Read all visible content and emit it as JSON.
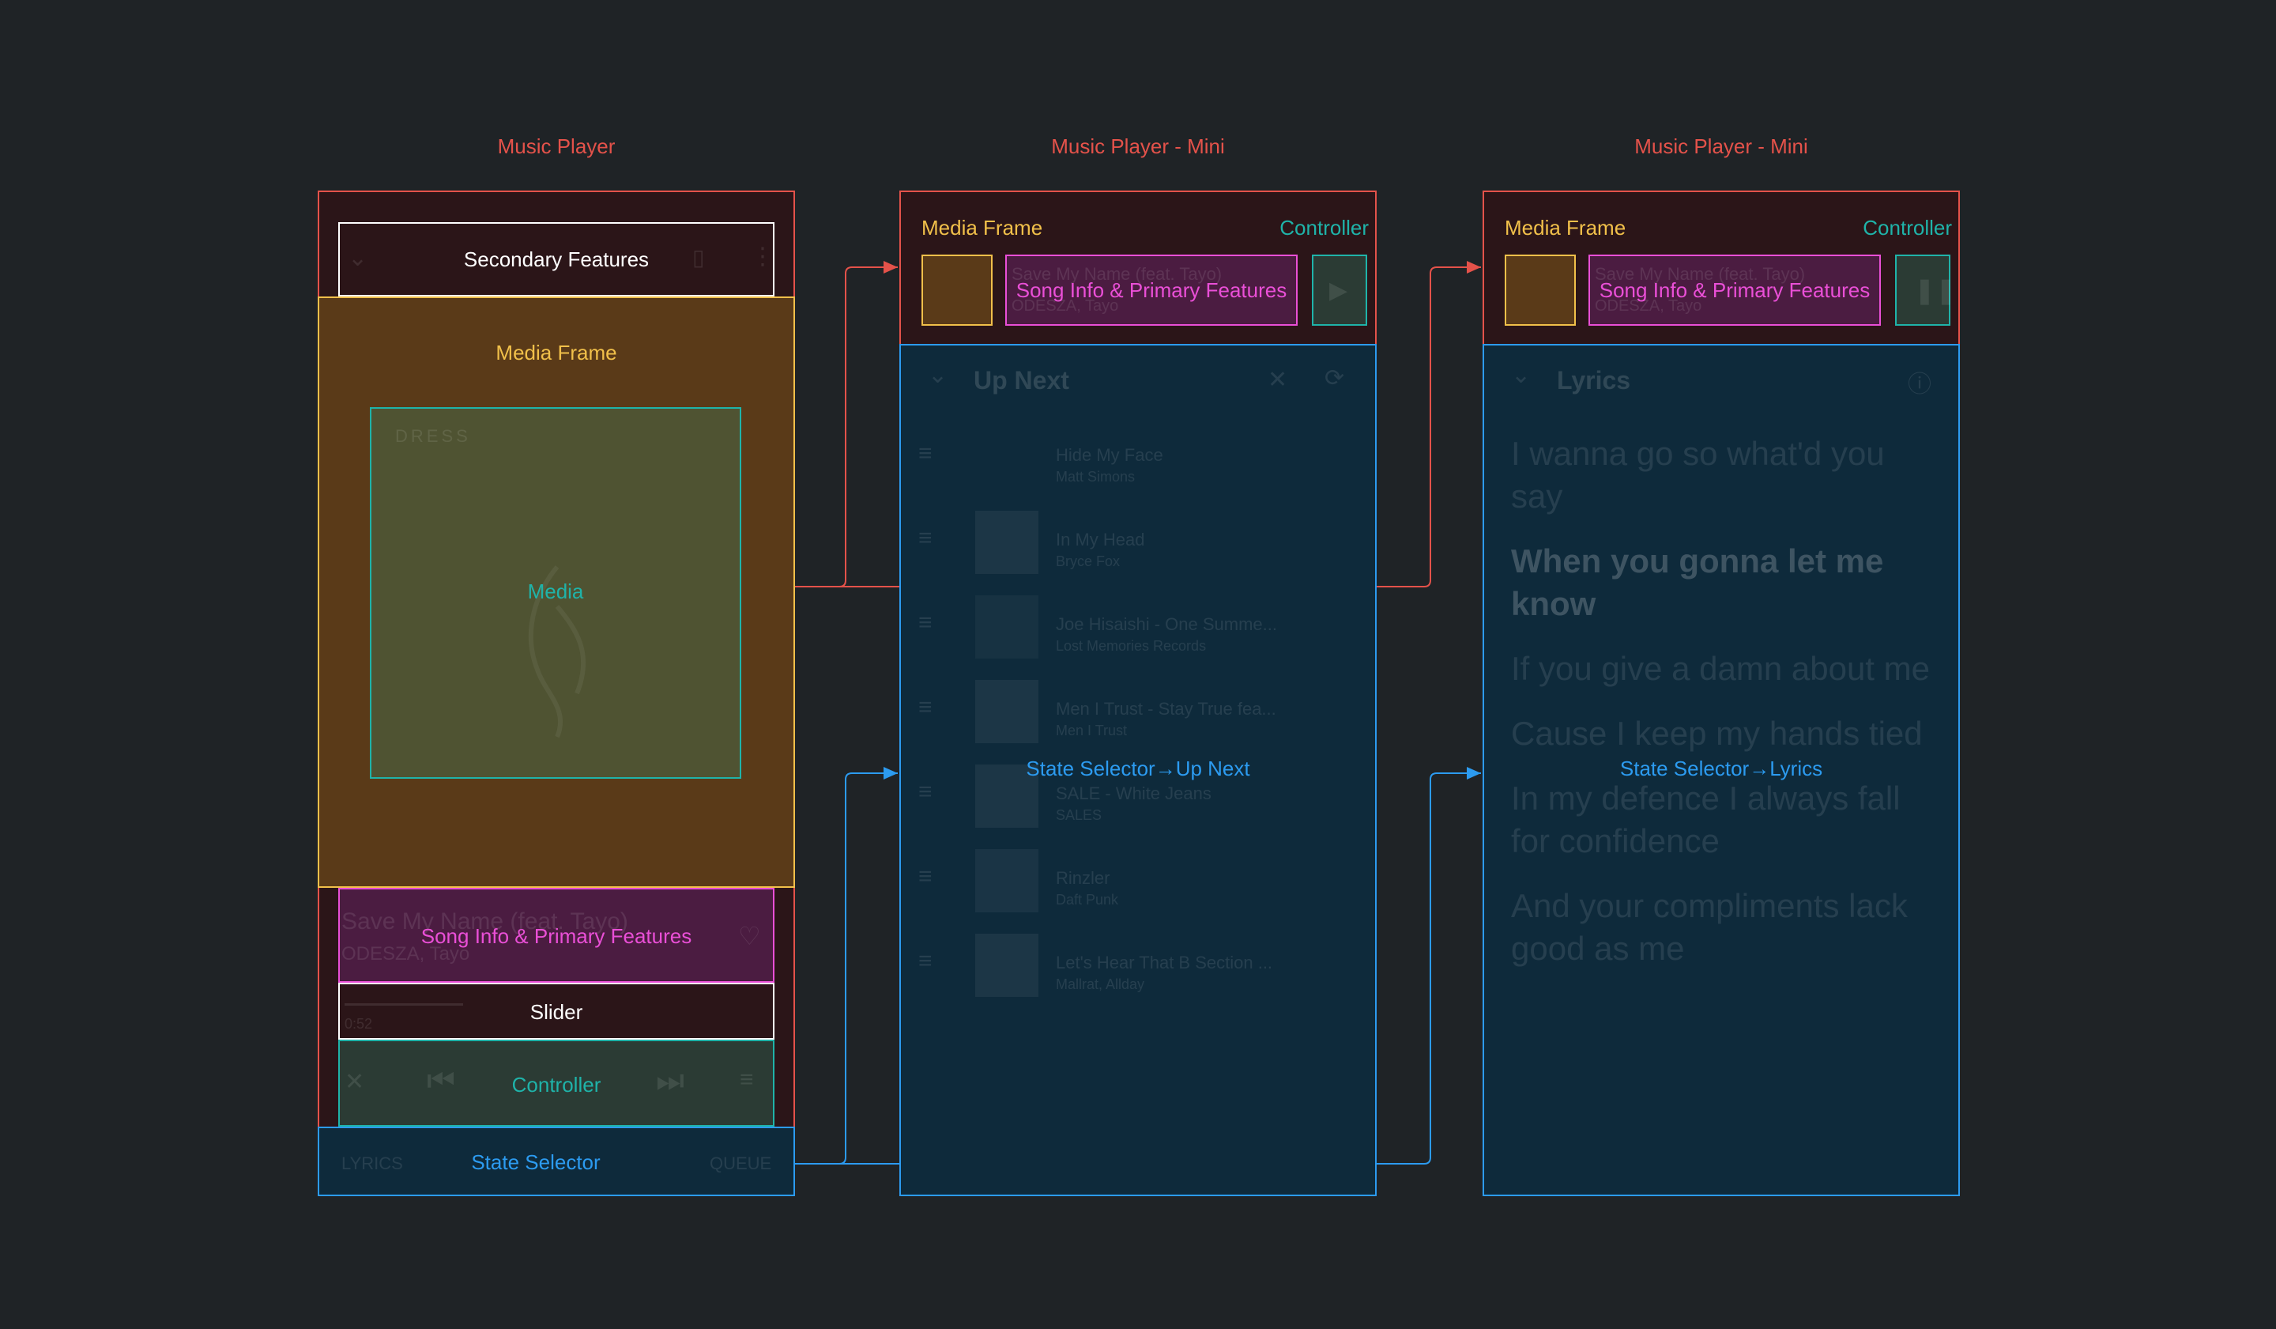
{
  "colors": {
    "background": "#1f2326",
    "red": "#e4524a",
    "yellow": "#f1c04a",
    "teal": "#1fb3a9",
    "magenta": "#ea4fd7",
    "blue": "#2c9bf0",
    "white": "#ffffff"
  },
  "panels": [
    {
      "title": "Music Player",
      "labels": {
        "secondary_features": "Secondary Features",
        "media_frame": "Media Frame",
        "media": "Media",
        "song_info": "Song Info & Primary Features",
        "slider": "Slider",
        "controller": "Controller",
        "state_selector": "State Selector"
      },
      "ghost": {
        "album_text": "DRESS",
        "song_title": "Save My Name (feat. Tayo)",
        "artist": "ODESZA, Tayo",
        "time": "0:52",
        "tab_left": "LYRICS",
        "tab_right": "QUEUE"
      }
    },
    {
      "title": "Music Player - Mini",
      "labels": {
        "media_frame": "Media Frame",
        "controller": "Controller",
        "song_info": "Song Info & Primary Features",
        "state": "State Selector→Up Next"
      },
      "ghost": {
        "heading": "Up Next",
        "mini_title": "Save My Name (feat. Tayo)",
        "mini_artist": "ODESZA, Tayo",
        "queue": [
          {
            "title": "Hide My Face",
            "artist": "Matt Simons"
          },
          {
            "title": "In My Head",
            "artist": "Bryce Fox"
          },
          {
            "title": "Joe Hisaishi - One Summe...",
            "artist": "Lost Memories Records"
          },
          {
            "title": "Men I Trust - Stay True fea...",
            "artist": "Men I Trust"
          },
          {
            "title": "SALE - White Jeans",
            "artist": "SALES"
          },
          {
            "title": "Rinzler",
            "artist": "Daft Punk"
          },
          {
            "title": "Let's Hear That B Section ...",
            "artist": "Mallrat, Allday"
          }
        ]
      }
    },
    {
      "title": "Music Player - Mini",
      "labels": {
        "media_frame": "Media Frame",
        "controller": "Controller",
        "song_info": "Song Info & Primary Features",
        "state": "State Selector→Lyrics"
      },
      "ghost": {
        "heading": "Lyrics",
        "mini_title": "Save My Name (feat. Tayo)",
        "mini_artist": "ODESZA, Tayo",
        "lyrics": [
          "I wanna go so what'd you say",
          "When you gonna let me know",
          "If you give a damn about me",
          "Cause I keep my hands tied",
          "In my defence I always fall for confidence",
          "And your compliments lack good as me"
        ]
      }
    }
  ]
}
